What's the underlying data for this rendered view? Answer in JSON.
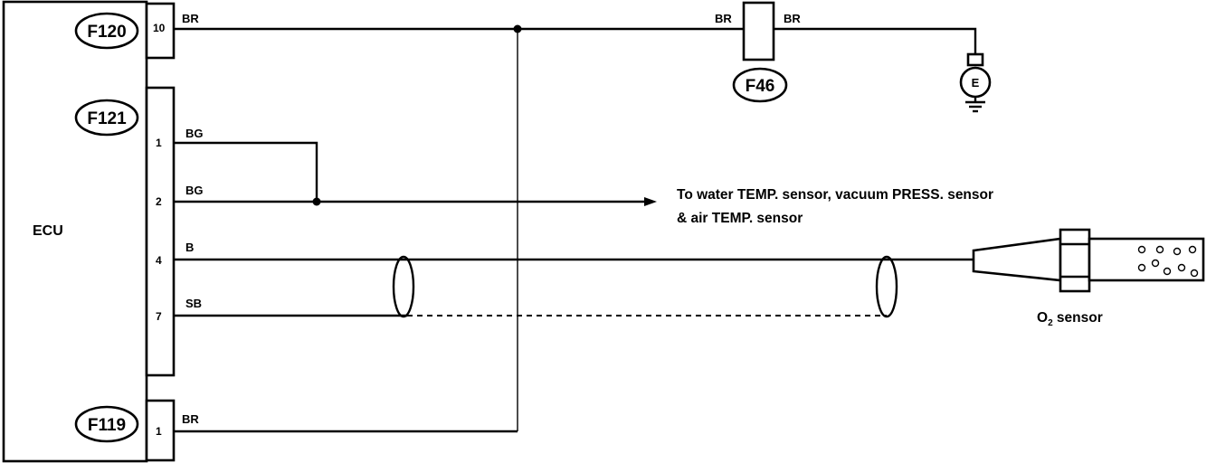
{
  "ecu": {
    "label": "ECU"
  },
  "connectors": {
    "f120": "F120",
    "f121": "F121",
    "f119": "F119",
    "f46": "F46"
  },
  "pins": {
    "f120_10": "10",
    "f121_1": "1",
    "f121_2": "2",
    "f121_4": "4",
    "f121_7": "7",
    "f119_1": "1"
  },
  "wires": {
    "br_f120": "BR",
    "br_f46_left": "BR",
    "br_f46_right": "BR",
    "bg_pin1": "BG",
    "bg_pin2": "BG",
    "b_pin4": "B",
    "sb_pin7": "SB",
    "br_f119": "BR"
  },
  "ground": {
    "label": "E"
  },
  "notes": {
    "arrow_line1": "To water TEMP. sensor, vacuum PRESS. sensor",
    "arrow_line2": "& air TEMP. sensor"
  },
  "o2_sensor": {
    "label": "O",
    "subscript": "2",
    "suffix": " sensor"
  }
}
